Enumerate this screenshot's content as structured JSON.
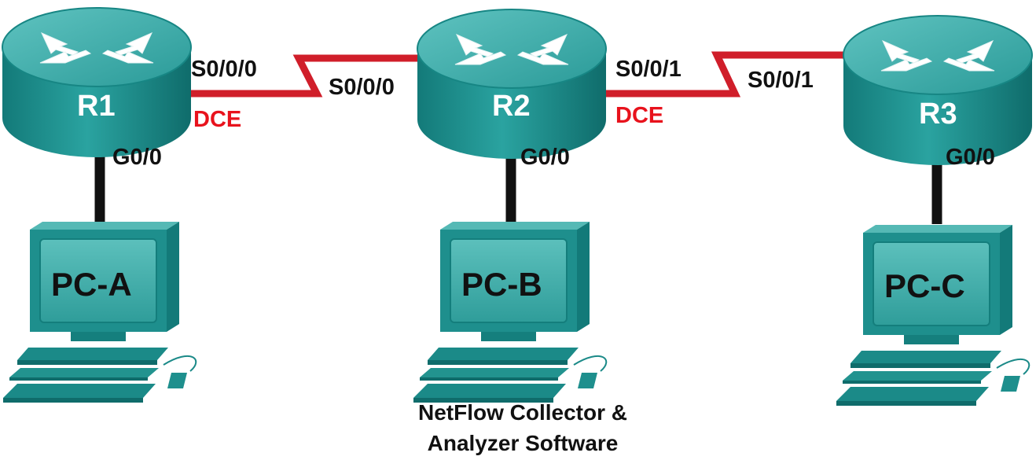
{
  "colors": {
    "serial_link": "#d01e2a",
    "ethernet_link": "#111111",
    "device_teal": "#1b8c8c",
    "dce_label": "#e8121c"
  },
  "routers": [
    {
      "name": "R1",
      "icon": "router-icon"
    },
    {
      "name": "R2",
      "icon": "router-icon"
    },
    {
      "name": "R3",
      "icon": "router-icon"
    }
  ],
  "pcs": [
    {
      "name": "PC-A",
      "icon": "pc-icon"
    },
    {
      "name": "PC-B",
      "icon": "pc-icon"
    },
    {
      "name": "PC-C",
      "icon": "pc-icon"
    }
  ],
  "links": {
    "r1_r2": {
      "r1_interface": "S0/0/0",
      "r2_interface": "S0/0/0",
      "dce": "DCE"
    },
    "r2_r3": {
      "r2_interface": "S0/0/1",
      "r3_interface": "S0/0/1",
      "dce": "DCE"
    },
    "lan": {
      "r1_interface": "G0/0",
      "r2_interface": "G0/0",
      "r3_interface": "G0/0"
    }
  },
  "notes": {
    "pc_b_line1": "NetFlow Collector &",
    "pc_b_line2": "Analyzer Software"
  }
}
